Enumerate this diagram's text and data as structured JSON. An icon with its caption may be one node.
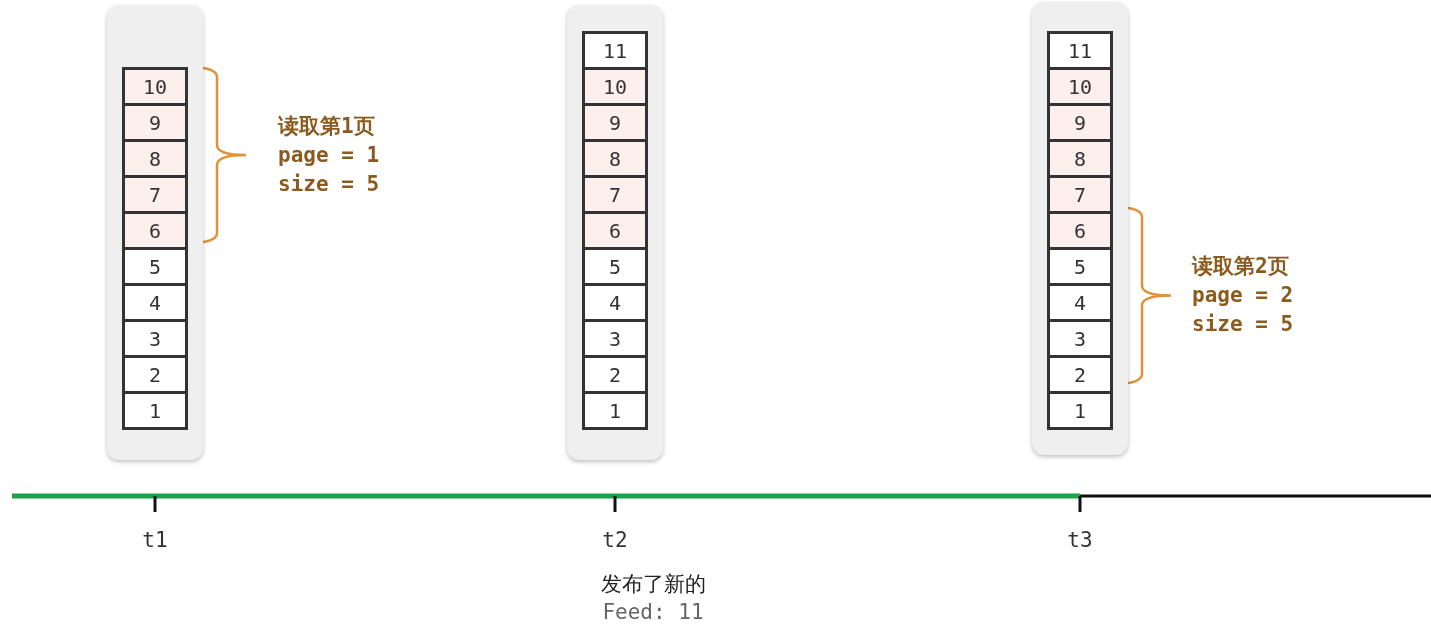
{
  "diagram": {
    "nodes": [
      {
        "text": [],
        "shape": "box"
      },
      {
        "text": [
          "10"
        ],
        "in": 0
      },
      {
        "text": [
          "9"
        ],
        "in": 0
      },
      {
        "text": [
          "8"
        ],
        "in": 0
      },
      {
        "text": [
          "7"
        ],
        "in": 0
      },
      {
        "text": [
          "6"
        ],
        "in": 0
      },
      {
        "text": [
          "5"
        ],
        "in": 0
      },
      {
        "text": [
          "4"
        ],
        "in": 0
      },
      {
        "text": [
          "3"
        ],
        "in": 0
      },
      {
        "text": [
          "2"
        ],
        "in": 0
      },
      {
        "text": [
          "1"
        ],
        "in": 0
      },
      {
        "text": [],
        "shape": "box"
      },
      {
        "text": [
          "11"
        ],
        "in": 11
      },
      {
        "text": [
          "10"
        ],
        "in": 11
      },
      {
        "text": [
          "9"
        ],
        "in": 11
      },
      {
        "text": [
          "8"
        ],
        "in": 11
      },
      {
        "text": [
          "7"
        ],
        "in": 11
      },
      {
        "text": [
          "6"
        ],
        "in": 11
      },
      {
        "text": [
          "5"
        ],
        "in": 11
      },
      {
        "text": [
          "4"
        ],
        "in": 11
      },
      {
        "text": [
          "3"
        ],
        "in": 11
      },
      {
        "text": [
          "2"
        ],
        "in": 11
      },
      {
        "text": [
          "1"
        ],
        "in": 11
      },
      {
        "text": [],
        "shape": "box"
      },
      {
        "text": [
          "11"
        ],
        "in": 23
      },
      {
        "text": [
          "10"
        ],
        "in": 23
      },
      {
        "text": [
          "9"
        ],
        "in": 23
      },
      {
        "text": [
          "8"
        ],
        "in": 23
      },
      {
        "text": [
          "7"
        ],
        "in": 23
      },
      {
        "text": [
          "6"
        ],
        "in": 23
      },
      {
        "text": [
          "5"
        ],
        "in": 23
      },
      {
        "text": [
          "4"
        ],
        "in": 23
      },
      {
        "text": [
          "3"
        ],
        "in": 23
      },
      {
        "text": [
          "2"
        ],
        "in": 23
      },
      {
        "text": [
          "1"
        ],
        "in": 23
      }
    ],
    "edges": [],
    "labels": [
      "读取第1页",
      "page = 1",
      "size = 5",
      "读取第2页",
      "page = 2",
      "size = 5",
      "t1",
      "t2",
      "t3",
      "发布了新的",
      "Feed: 11"
    ]
  }
}
